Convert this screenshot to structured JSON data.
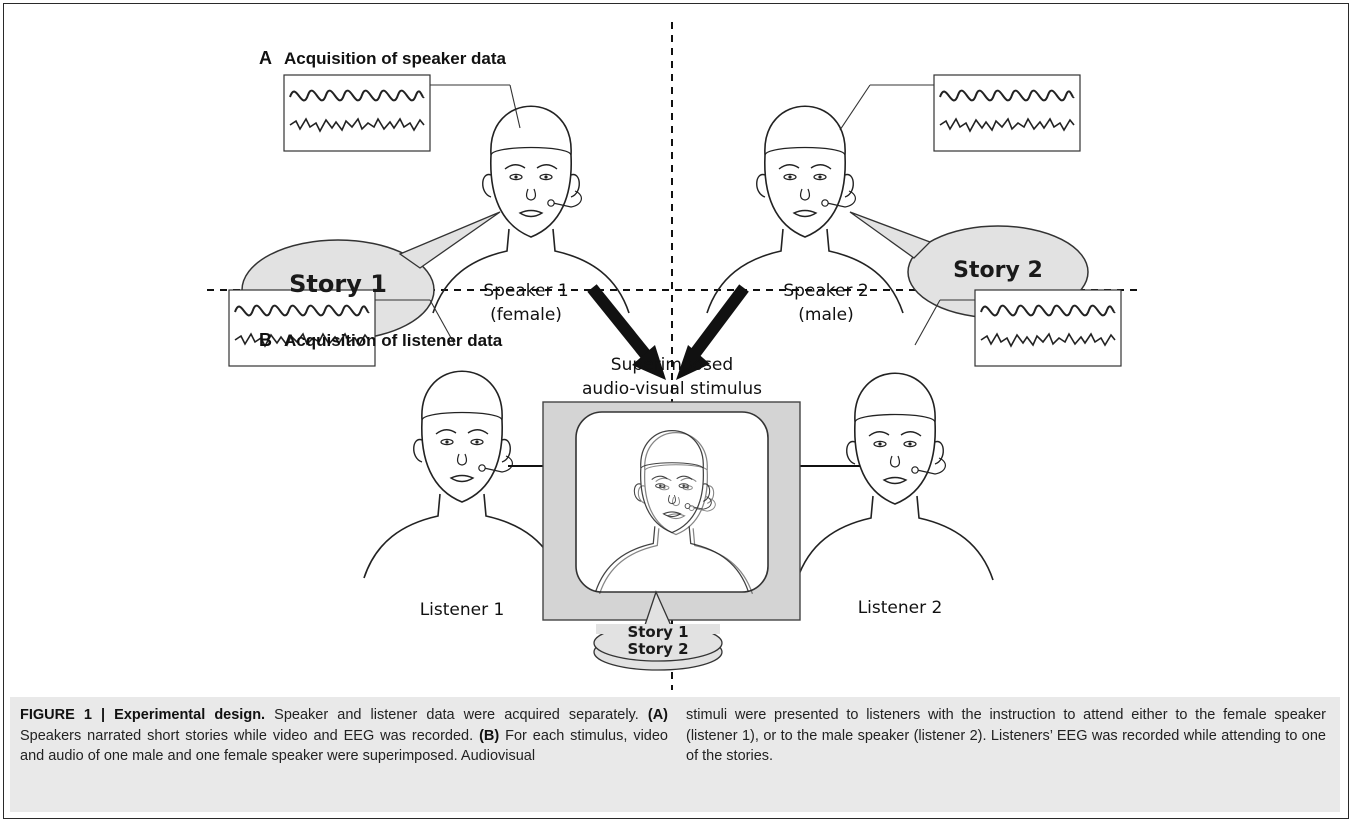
{
  "panel_a": {
    "letter": "A",
    "title": "Acquisition of speaker data"
  },
  "panel_b": {
    "letter": "B",
    "title": "Acquisition of listener data"
  },
  "speaker1": {
    "name": "Speaker 1",
    "gender": "(female)",
    "story": "Story 1"
  },
  "speaker2": {
    "name": "Speaker 2",
    "gender": "(male)",
    "story": "Story 2"
  },
  "stimulus": {
    "line1": "Superimposed",
    "line2": "audio-visual stimulus",
    "story1": "Story 1",
    "story2": "Story 2"
  },
  "listener1": {
    "name": "Listener 1"
  },
  "listener2": {
    "name": "Listener 2"
  },
  "caption": {
    "label": "FIGURE 1 | Experimental design.",
    "intro": " Speaker and listener data were acquired separately. ",
    "a_tag": "(A)",
    "a_text": " Speakers narrated short stories while video and EEG was recorded. ",
    "b_tag": "(B)",
    "b_text": " For each stimulus, video and audio of one male and one female speaker were superimposed. Audiovisual",
    "right": "stimuli were presented to listeners with the instruction to attend either to the female speaker (listener 1), or to the male speaker (listener 2). Listeners’ EEG was recorded while attending to one of the stories."
  },
  "colors": {
    "bubble_fill": "#e2e2e2",
    "screen_fill": "#d4d4d4",
    "caption_bg": "#e9e9e9",
    "ink": "#111111"
  },
  "icons": [
    "eeg-trace-icon",
    "head-with-cap-icon",
    "arrow-icon"
  ]
}
